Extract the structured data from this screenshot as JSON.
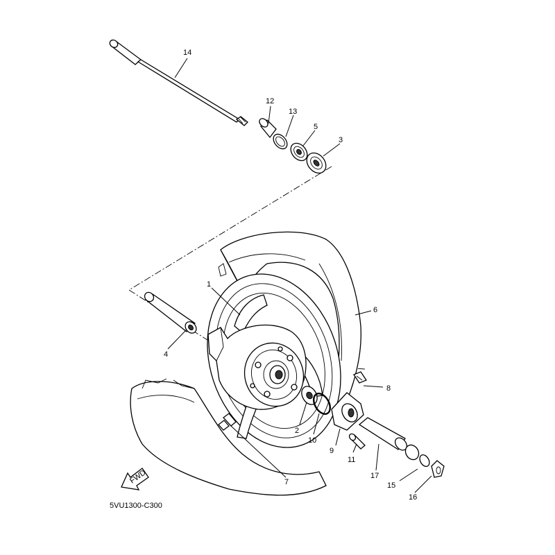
{
  "diagram": {
    "code": "5VU1300-C300",
    "fwd_text": "FWD",
    "callouts": [
      {
        "id": "1",
        "text": "1"
      },
      {
        "id": "2",
        "text": "2"
      },
      {
        "id": "3",
        "text": "3"
      },
      {
        "id": "4",
        "text": "4"
      },
      {
        "id": "5",
        "text": "5"
      },
      {
        "id": "6",
        "text": "6"
      },
      {
        "id": "7",
        "text": "7"
      },
      {
        "id": "8",
        "text": "8"
      },
      {
        "id": "9",
        "text": "9"
      },
      {
        "id": "10",
        "text": "10"
      },
      {
        "id": "11",
        "text": "11"
      },
      {
        "id": "12",
        "text": "12"
      },
      {
        "id": "13",
        "text": "13"
      },
      {
        "id": "14",
        "text": "14"
      },
      {
        "id": "15",
        "text": "15"
      },
      {
        "id": "16",
        "text": "16"
      },
      {
        "id": "17",
        "text": "17"
      }
    ]
  }
}
